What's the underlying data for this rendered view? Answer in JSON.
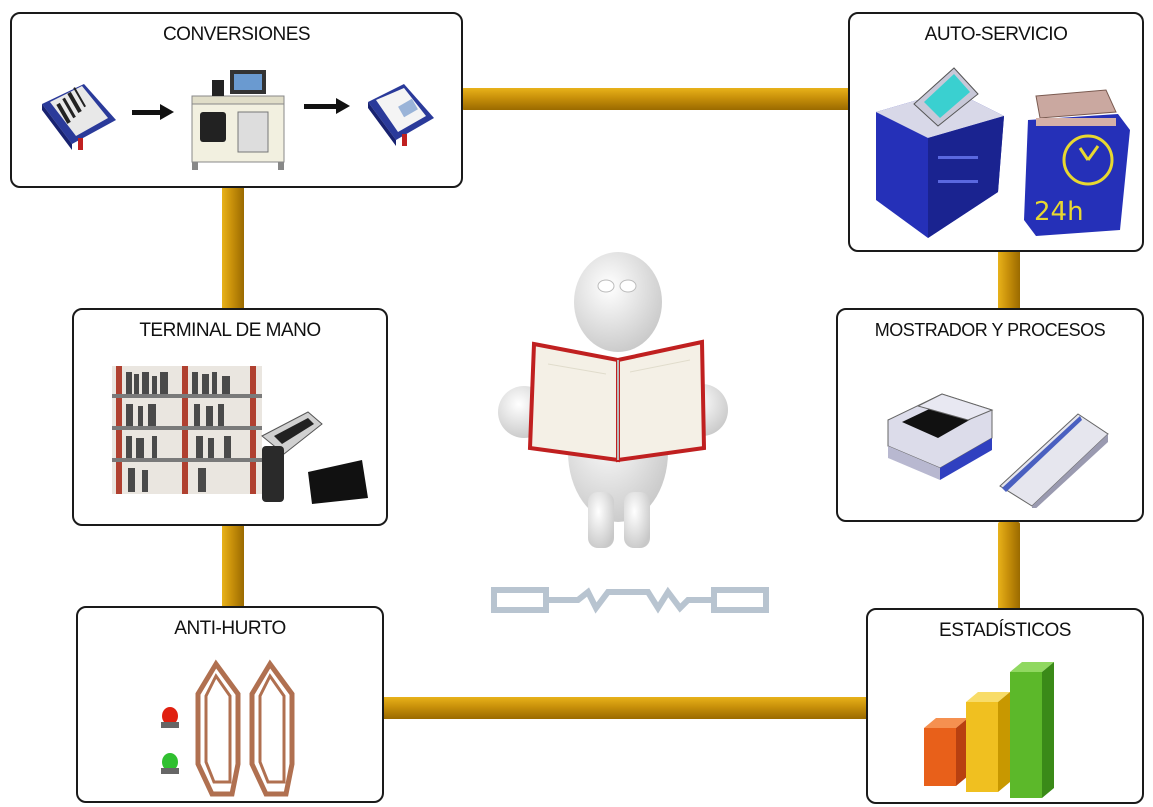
{
  "modules": {
    "conversions": {
      "title": "CONVERSIONES"
    },
    "self_service": {
      "title": "AUTO-SERVICIO",
      "badge": "24h"
    },
    "handheld": {
      "title": "TERMINAL DE MANO"
    },
    "counter": {
      "title": "MOSTRADOR Y PROCESOS"
    },
    "anti_theft": {
      "title": "ANTI-HURTO"
    },
    "statistics": {
      "title": "ESTADÍSTICOS"
    }
  },
  "colors": {
    "pipe": "#c8900a",
    "box_border": "#1a1a1a",
    "book_blue": "#2a3a9a",
    "kiosk_blue": "#2530b8",
    "bar_orange": "#e8601a",
    "bar_yellow": "#f0c020",
    "bar_green": "#5cb82a"
  }
}
